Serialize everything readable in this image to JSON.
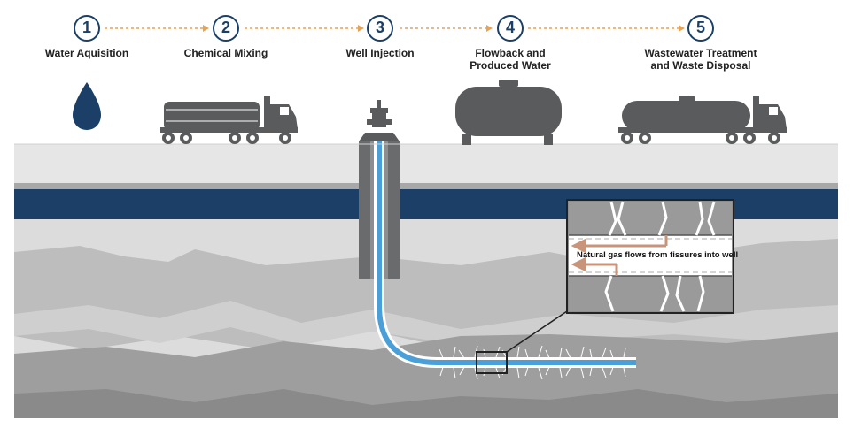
{
  "steps": [
    {
      "number": "1",
      "label": "Water Aquisition"
    },
    {
      "number": "2",
      "label": "Chemical Mixing"
    },
    {
      "number": "3",
      "label": "Well Injection"
    },
    {
      "number": "4",
      "label": "Flowback and\nProduced Water"
    },
    {
      "number": "5",
      "label": "Wastewater Treatment\nand Waste Disposal"
    }
  ],
  "callout": {
    "text": "Natural gas flows from fissures into well"
  },
  "colors": {
    "navy": "#1b3f66",
    "arrow_orange": "#e3a35b",
    "pipe_blue": "#4b9fd8",
    "vehicle_gray": "#5a5b5d",
    "ground_light": "#e6e6e6",
    "rock_mid": "#bdbdbd",
    "rock_dark": "#9e9e9e",
    "flow_arrow": "#c8957a"
  },
  "icons": {
    "step1": "water-drop-icon",
    "step2": "tanker-truck-icon",
    "step3": "wellhead-icon",
    "step4": "storage-tank-icon",
    "step5": "waste-tanker-truck-icon"
  }
}
